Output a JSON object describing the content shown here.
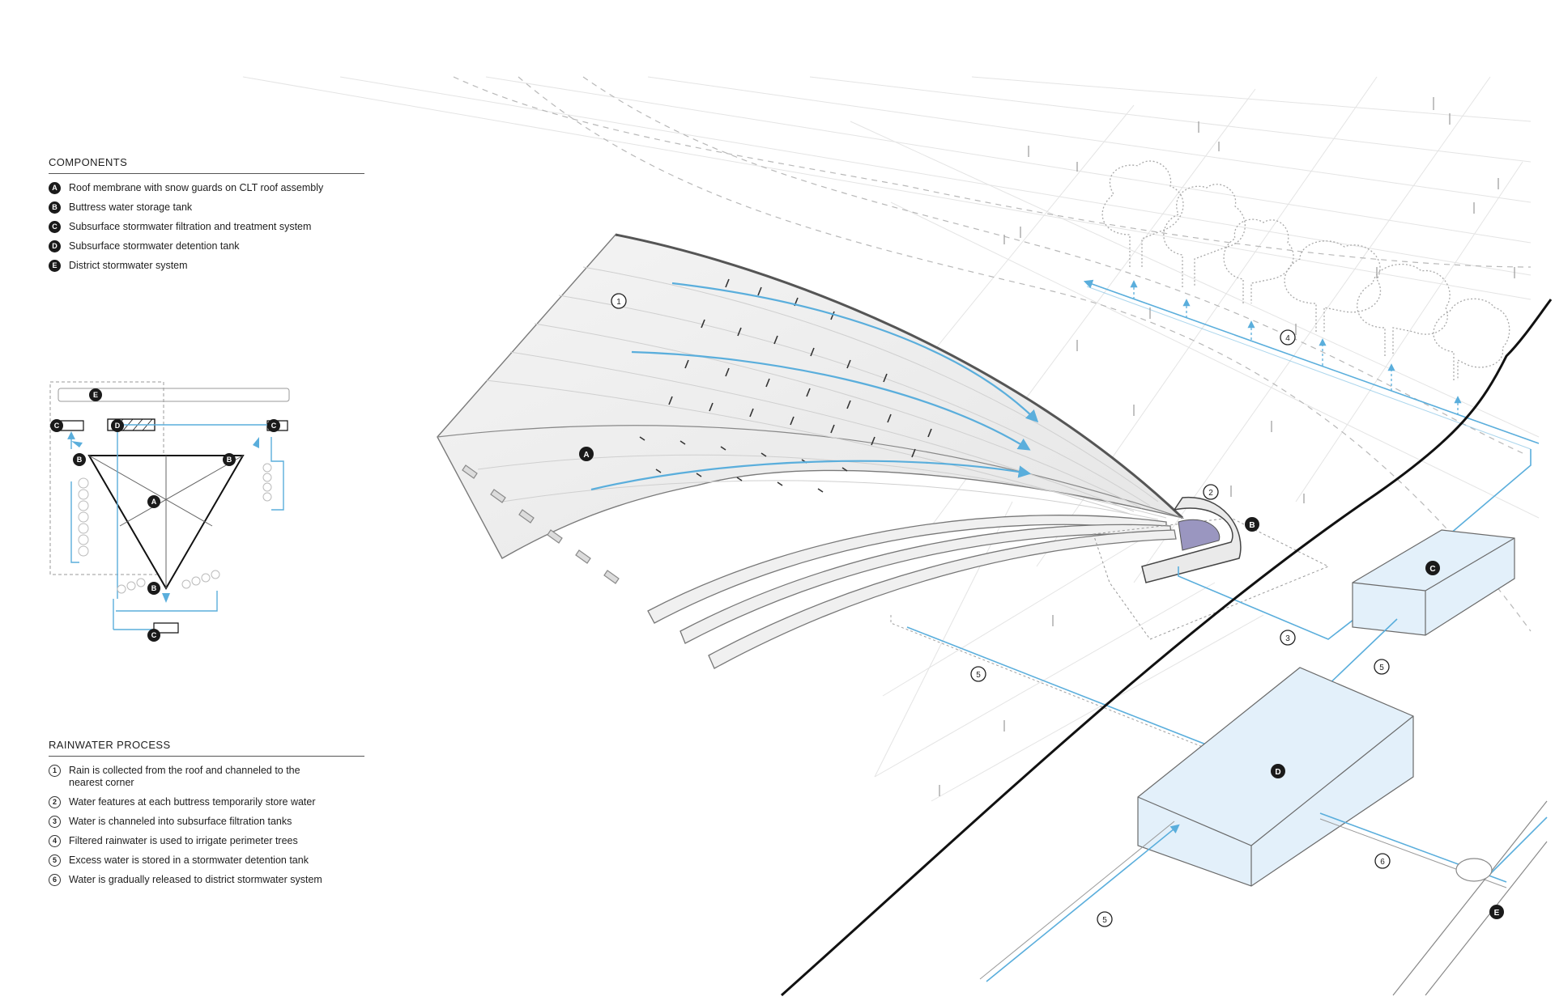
{
  "components": {
    "title": "COMPONENTS",
    "items": [
      {
        "key": "A",
        "text": "Roof membrane with snow guards on CLT roof assembly"
      },
      {
        "key": "B",
        "text": "Buttress water storage tank"
      },
      {
        "key": "C",
        "text": "Subsurface stormwater filtration and treatment system"
      },
      {
        "key": "D",
        "text": "Subsurface stormwater detention tank"
      },
      {
        "key": "E",
        "text": "District stormwater system"
      }
    ]
  },
  "process": {
    "title": "RAINWATER PROCESS",
    "items": [
      {
        "key": "1",
        "text": "Rain is collected from the roof and channeled to the nearest corner"
      },
      {
        "key": "2",
        "text": "Water features at each buttress temporarily store water"
      },
      {
        "key": "3",
        "text": "Water is channeled into subsurface filtration tanks"
      },
      {
        "key": "4",
        "text": "Filtered rainwater is used to irrigate perimeter trees"
      },
      {
        "key": "5",
        "text": "Excess water is stored in a stormwater detention tank"
      },
      {
        "key": "6",
        "text": "Water is gradually released to district stormwater system"
      }
    ]
  },
  "plan_labels": {
    "a": "A",
    "b": "B",
    "c": "C",
    "d": "D",
    "e": "E"
  },
  "diagram_labels": {
    "roof_a": "A",
    "step1": "1",
    "step2": "2",
    "buttress_b": "B",
    "step3": "3",
    "step4": "4",
    "tank_c": "C",
    "step5_mid": "5",
    "step5_left": "5",
    "tank_d": "D",
    "step6": "6",
    "step5_bottom": "5",
    "district_e": "E"
  },
  "colors": {
    "water": "#5aaedc",
    "ink": "#1a1a1a",
    "tank_fill": "#e3f0fa",
    "grid": "#e2e2e2"
  }
}
